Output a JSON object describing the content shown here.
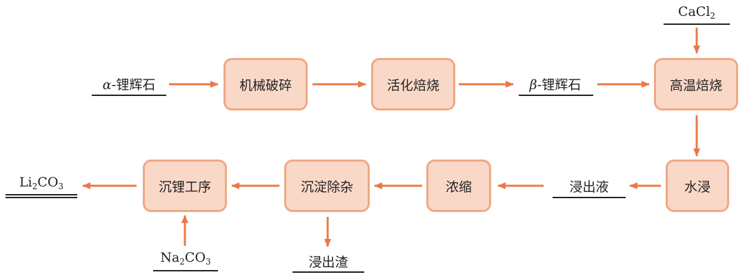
{
  "accent": "#e87a48",
  "box_fill": "#fad8c8",
  "box_border": "#f0a883",
  "boxes": {
    "crush": "机械破碎",
    "activate": "活化焙烧",
    "high_temp": "高温焙烧",
    "water_leach": "水浸",
    "concentrate": "浓缩",
    "purify": "沉淀除杂",
    "precipitate": "沉锂工序"
  },
  "materials": {
    "alpha_prefix": "α",
    "alpha_text": "-锂辉石",
    "beta_prefix": "β",
    "beta_text": "-锂辉石",
    "cacl2_main": "CaCl",
    "cacl2_sub": "2",
    "leachate": "浸出液",
    "residue": "浸出渣",
    "na2co3_a": "Na",
    "na2co3_sub1": "2",
    "na2co3_b": "CO",
    "na2co3_sub2": "3",
    "li2co3_a": "Li",
    "li2co3_sub1": "2",
    "li2co3_b": "CO",
    "li2co3_sub2": "3"
  }
}
